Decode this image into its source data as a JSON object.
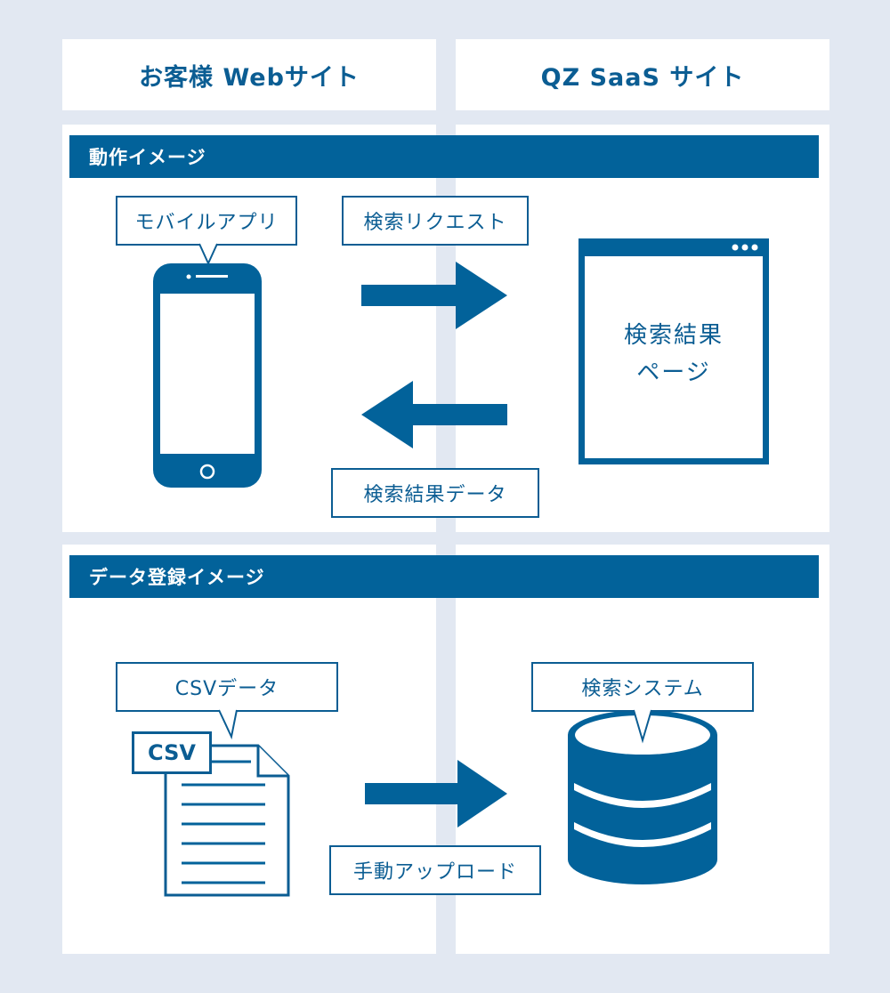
{
  "columns": {
    "left_title": "お客様 Webサイト",
    "right_title": "QZ SaaS サイト"
  },
  "section_operation": {
    "title": "動作イメージ",
    "mobile_label": "モバイルアプリ",
    "request_label": "検索リクエスト",
    "result_page_line1": "検索結果",
    "result_page_line2": "ページ",
    "result_data_label": "検索結果データ"
  },
  "section_data": {
    "title": "データ登録イメージ",
    "csv_label": "CSVデータ",
    "csv_file_tag": "CSV",
    "system_label": "検索システム",
    "upload_label": "手動アップロード"
  },
  "colors": {
    "primary": "#0b5d93",
    "bar": "#02629a",
    "background": "#e2e8f2",
    "panel": "#ffffff"
  }
}
